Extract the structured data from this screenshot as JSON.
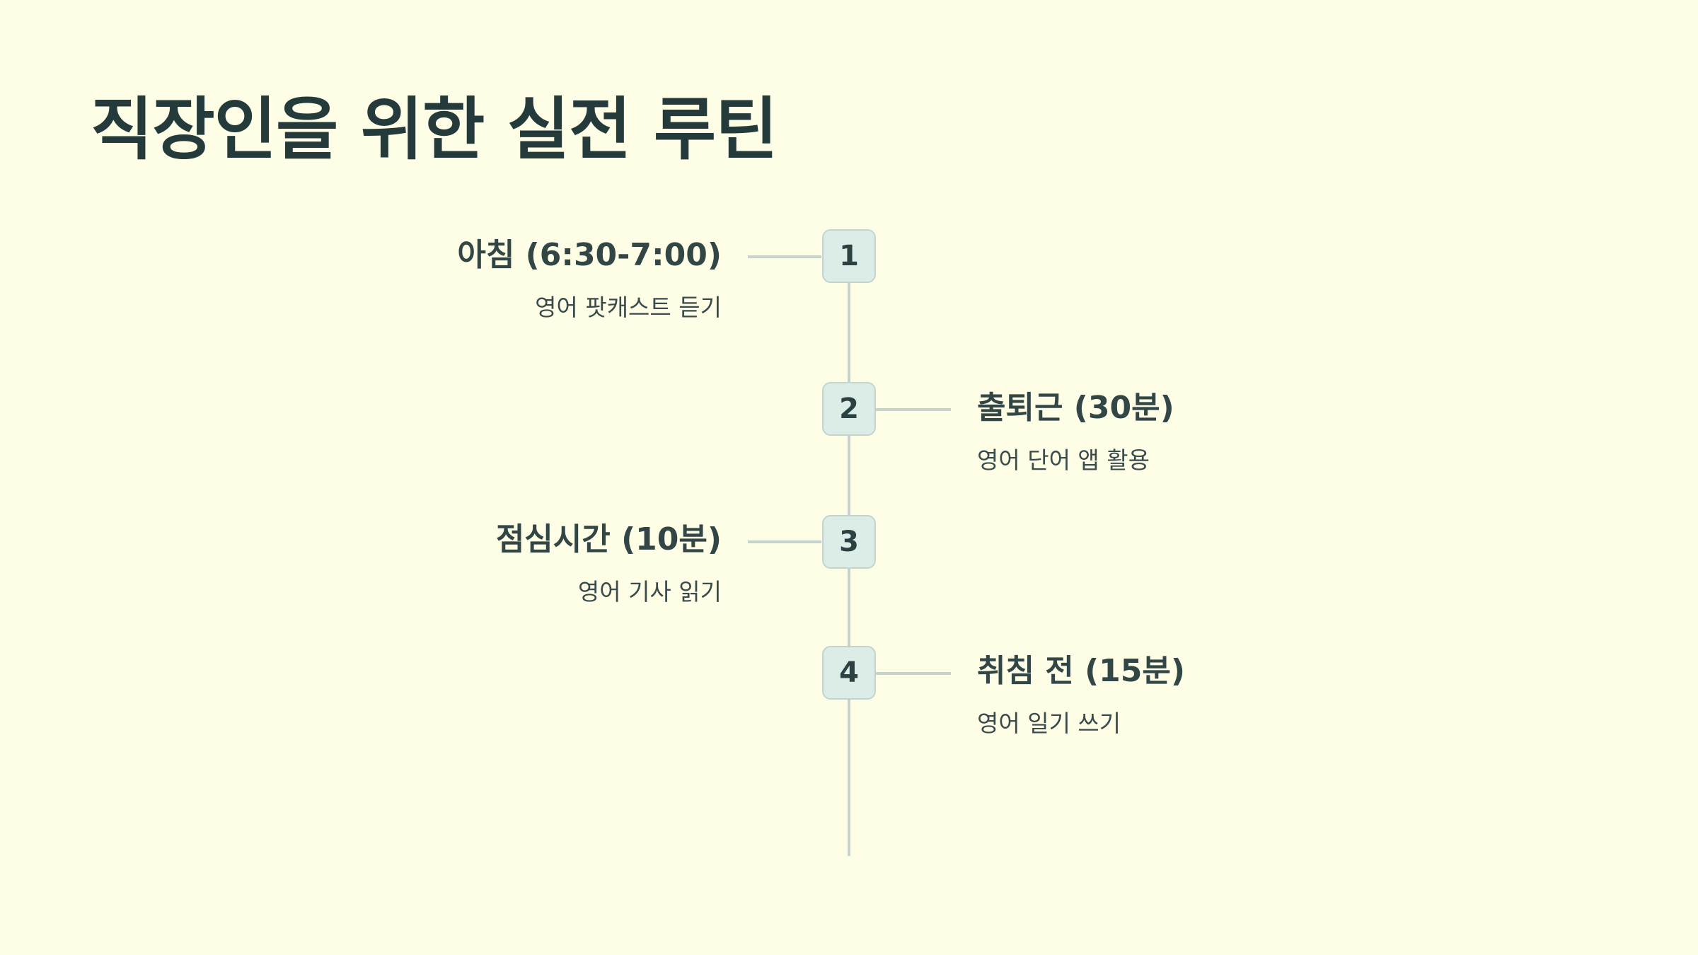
{
  "title": "직장인을 위한 실전 루틴",
  "steps": [
    {
      "number": "1",
      "title": "아침 (6:30-7:00)",
      "description": "영어 팟캐스트 듣기",
      "side": "left"
    },
    {
      "number": "2",
      "title": "출퇴근 (30분)",
      "description": "영어 단어 앱 활용",
      "side": "right"
    },
    {
      "number": "3",
      "title": "점심시간 (10분)",
      "description": "영어 기사 읽기",
      "side": "left"
    },
    {
      "number": "4",
      "title": "취침 전 (15분)",
      "description": "영어 일기 쓰기",
      "side": "right"
    }
  ],
  "colors": {
    "background": "#fefee6",
    "badge_fill": "#dcede8",
    "line": "#c5d2cd",
    "text": "#253b3b"
  }
}
